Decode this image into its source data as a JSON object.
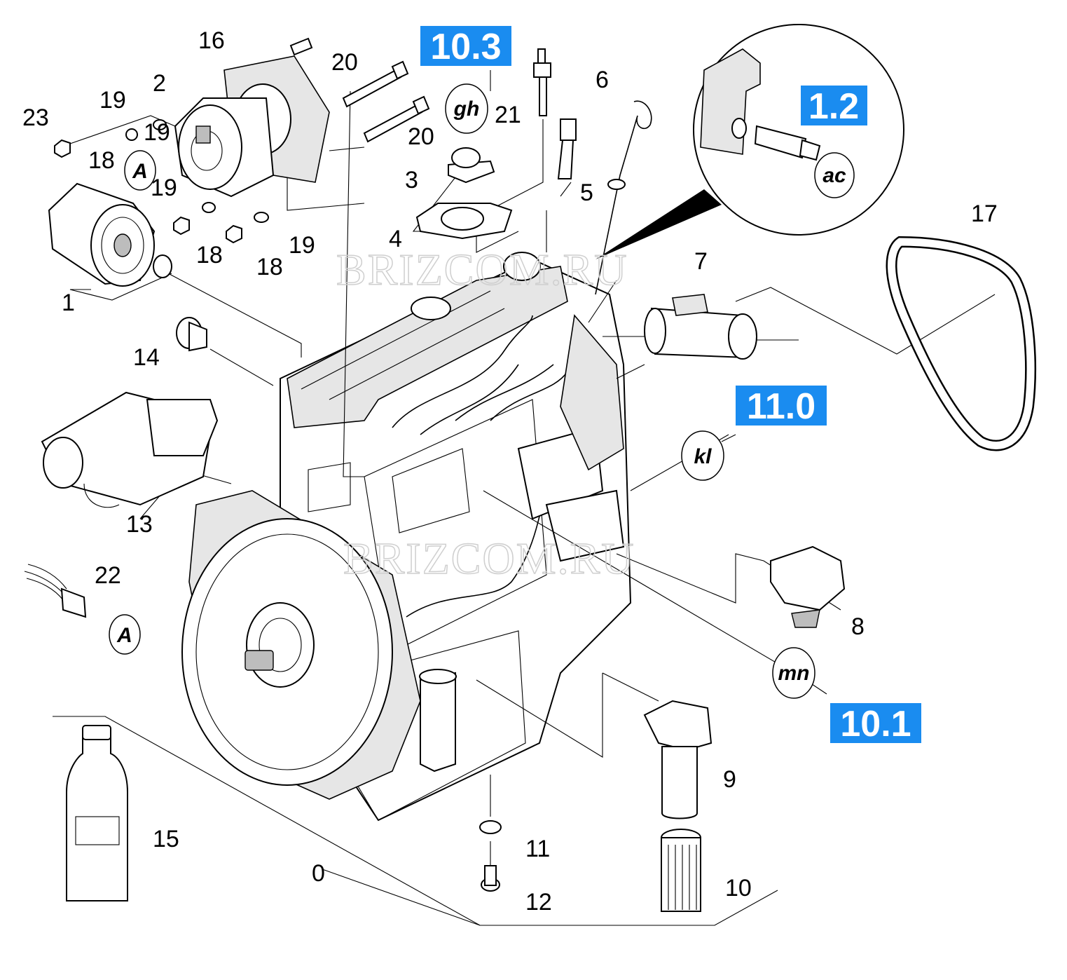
{
  "part_numbers": [
    "0",
    "1",
    "2",
    "3",
    "4",
    "5",
    "6",
    "7",
    "8",
    "9",
    "10",
    "11",
    "12",
    "13",
    "14",
    "15",
    "16",
    "17",
    "18",
    "18",
    "18",
    "19",
    "19",
    "19",
    "19",
    "20",
    "20",
    "21",
    "22",
    "23"
  ],
  "section_badges": [
    "10.3",
    "1.2",
    "11.0",
    "10.1"
  ],
  "callout_circles": [
    "gh",
    "ac",
    "kl",
    "mn",
    "A",
    "A"
  ],
  "watermarks": [
    "BRIZCOM.RU",
    "BRIZCOM.RU"
  ],
  "colors": {
    "badge": "#1a8cf0",
    "line": "#000000",
    "background": "#ffffff"
  }
}
